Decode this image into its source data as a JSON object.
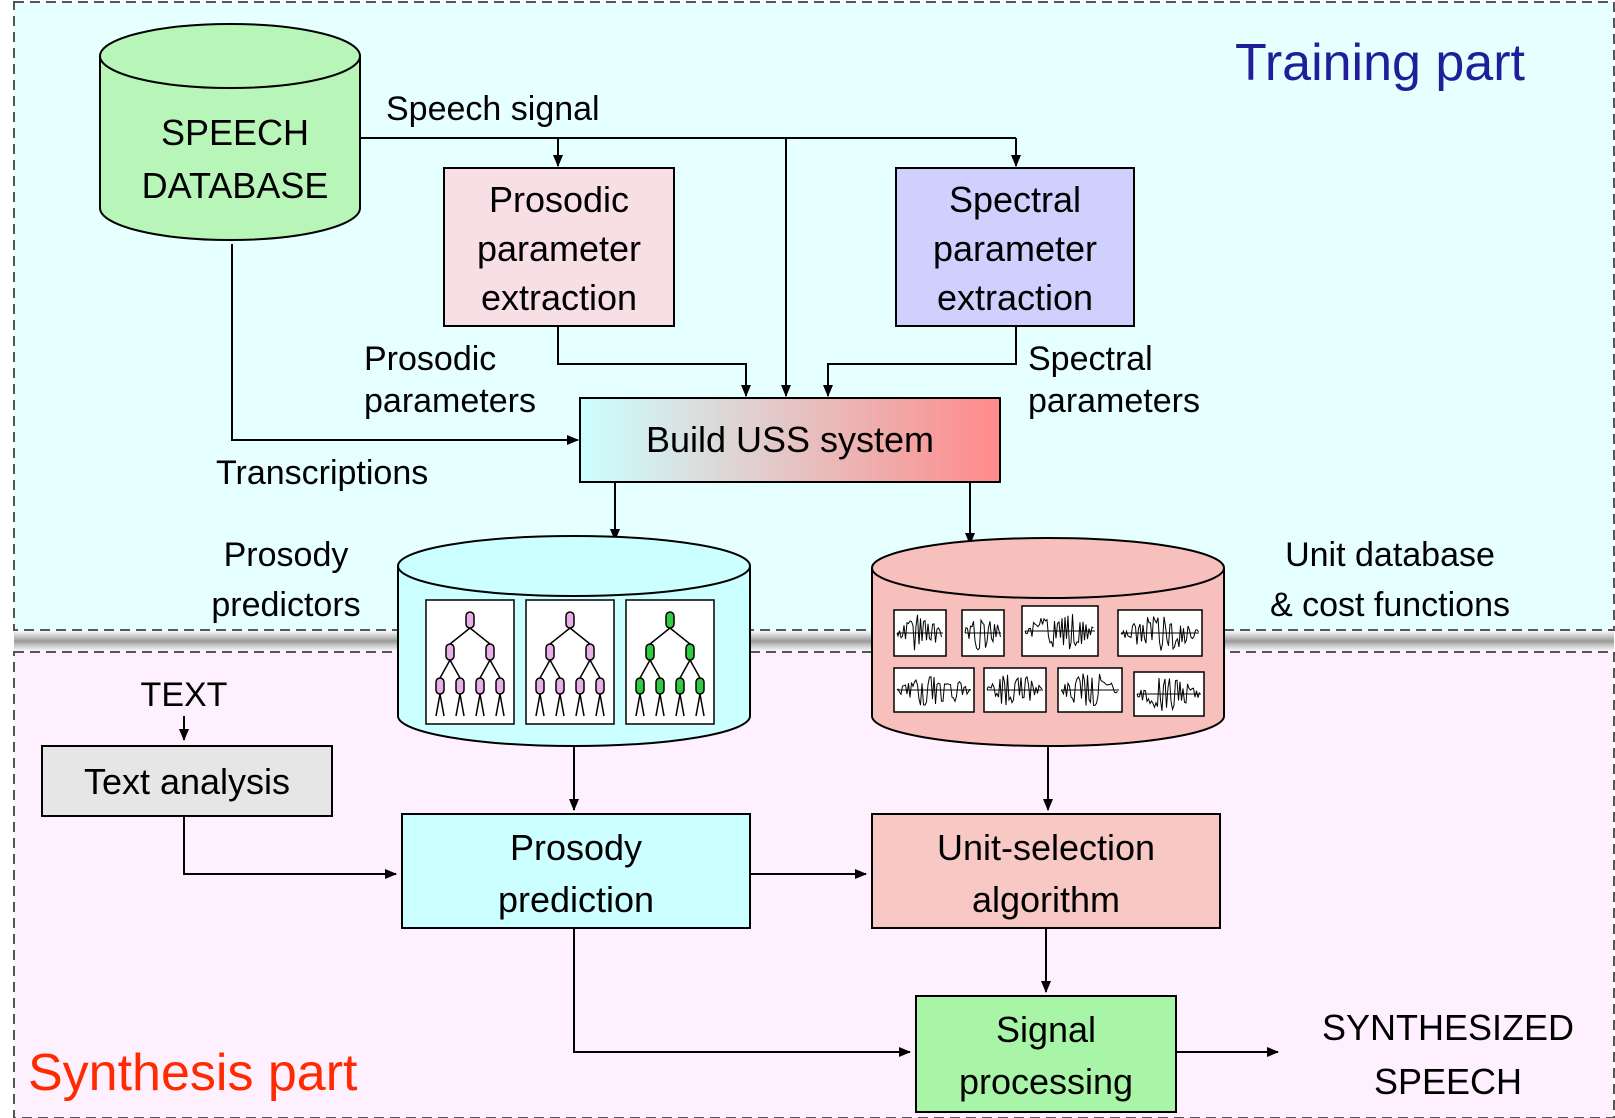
{
  "training": {
    "title": "Training part",
    "title_color": "#1f1f99",
    "bg_color": "#e6ffff"
  },
  "synthesis": {
    "title": "Synthesis part",
    "title_color": "#ff2a00",
    "bg_color": "#fff0ff"
  },
  "speech_db": {
    "line1": "SPEECH",
    "line2": "DATABASE",
    "color": "#b8f5b8"
  },
  "signals": {
    "speech_signal": "Speech signal",
    "transcriptions": "Transcriptions",
    "prosodic_params_line1": "Prosodic",
    "prosodic_params_line2": "parameters",
    "spectral_params_line1": "Spectral",
    "spectral_params_line2": "parameters"
  },
  "prosodic_extraction": {
    "line1": "Prosodic",
    "line2": "parameter",
    "line3": "extraction",
    "color": "#f8dfe6"
  },
  "spectral_extraction": {
    "line1": "Spectral",
    "line2": "parameter",
    "line3": "extraction",
    "color": "#d0d0ff"
  },
  "build_uss": {
    "label": "Build USS system",
    "gradient_from": "#ccffff",
    "gradient_to": "#ff8a8a"
  },
  "prosody_predictors": {
    "line1": "Prosody",
    "line2": "predictors",
    "color": "#ccffff",
    "tree_colors": [
      "#e8b0e8",
      "#e8b0e8",
      "#2ecc40"
    ]
  },
  "unit_database": {
    "line1": "Unit database",
    "line2": "& cost functions",
    "color": "#f7c0bc"
  },
  "text_input": "TEXT",
  "text_analysis": {
    "label": "Text analysis",
    "color": "#e6e6e6"
  },
  "prosody_prediction": {
    "line1": "Prosody",
    "line2": "prediction",
    "color": "#ccffff"
  },
  "unit_selection": {
    "line1": "Unit-selection",
    "line2": "algorithm",
    "color": "#f7c8c4"
  },
  "signal_processing": {
    "line1": "Signal",
    "line2": "processing",
    "color": "#a8f5a8"
  },
  "output": {
    "line1": "SYNTHESIZED",
    "line2": "SPEECH"
  }
}
